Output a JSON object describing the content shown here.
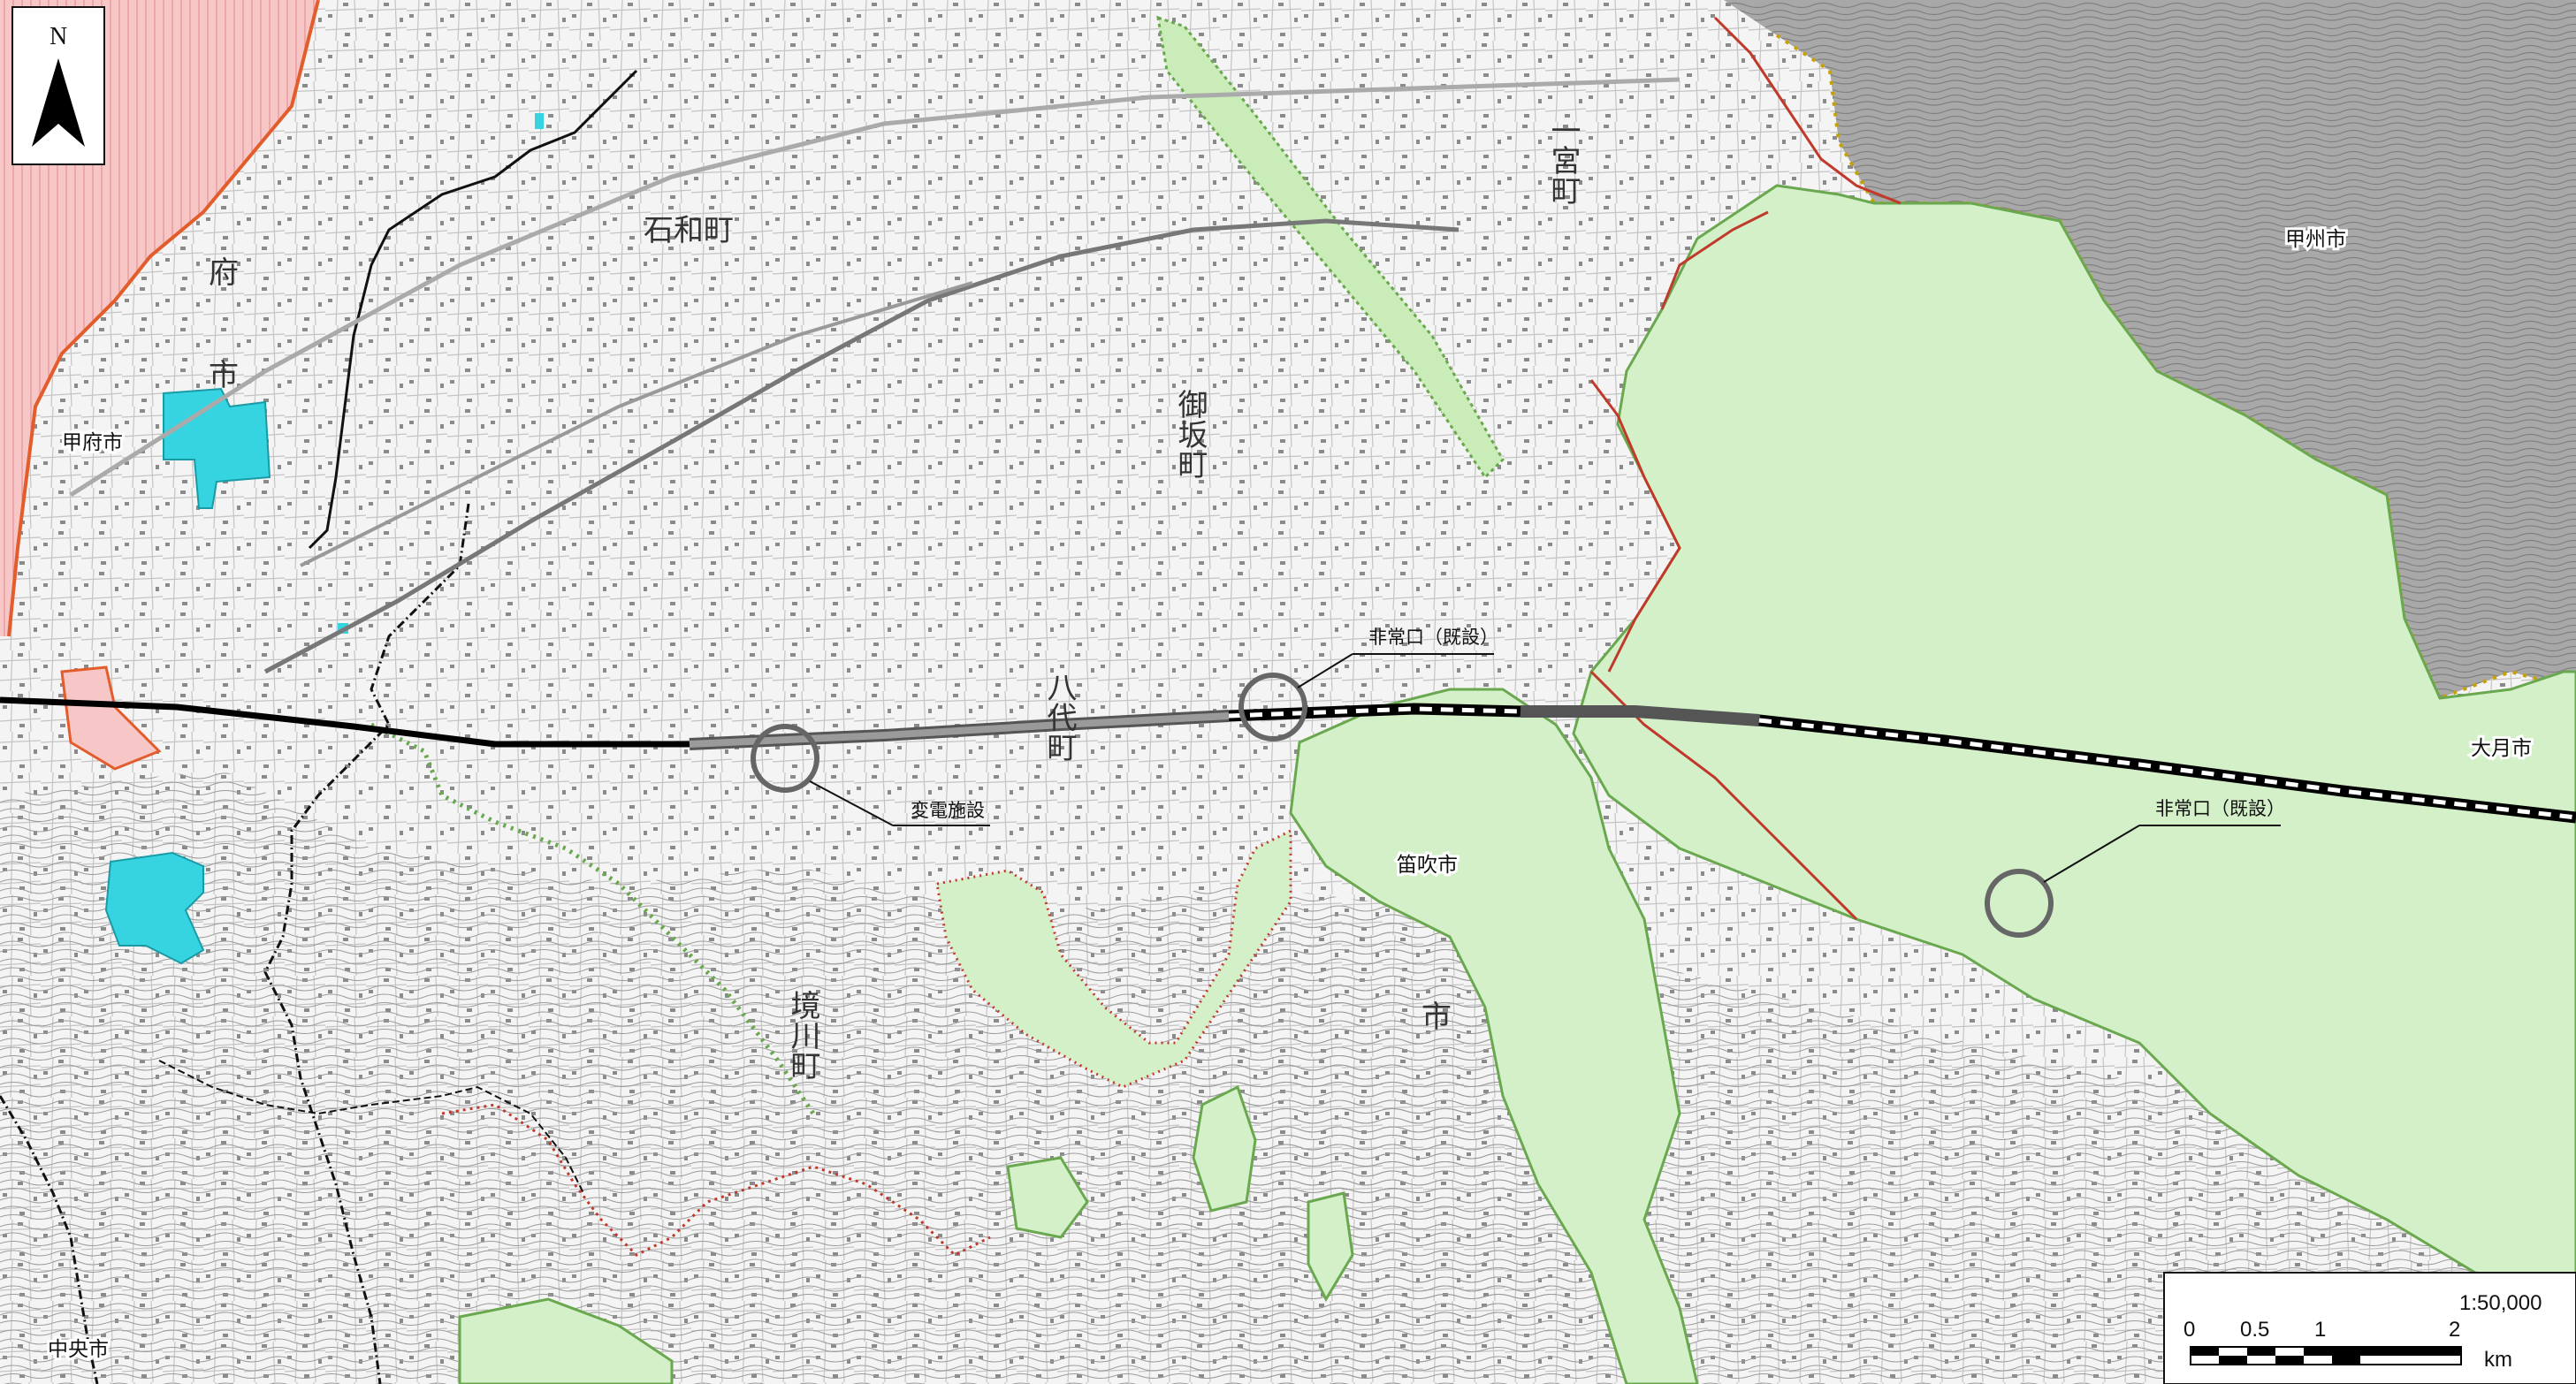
{
  "map": {
    "north_label": "N",
    "scale": {
      "ratio": "1:50,000",
      "ticks": [
        "0",
        "0.5",
        "1",
        "2"
      ],
      "unit": "km"
    },
    "city_labels": {
      "kofu": "甲府市",
      "koshu": "甲州市",
      "otsuki": "大月市",
      "fuefuki": "笛吹市",
      "chuo": "中央市"
    },
    "callouts": {
      "emergency_exit_1": "非常口（既設）",
      "emergency_exit_2": "非常口（既設）",
      "substation": "変電施設"
    },
    "town_labels": {
      "isawa": "石和町",
      "misaka": "御坂町",
      "ichinomiya": "一宮町",
      "yatsushiro": "八代町",
      "sakaigawa": "境川町",
      "fuefuki_fu": "府",
      "fuefuki_shi": "市",
      "higashi_shi": "市"
    }
  }
}
